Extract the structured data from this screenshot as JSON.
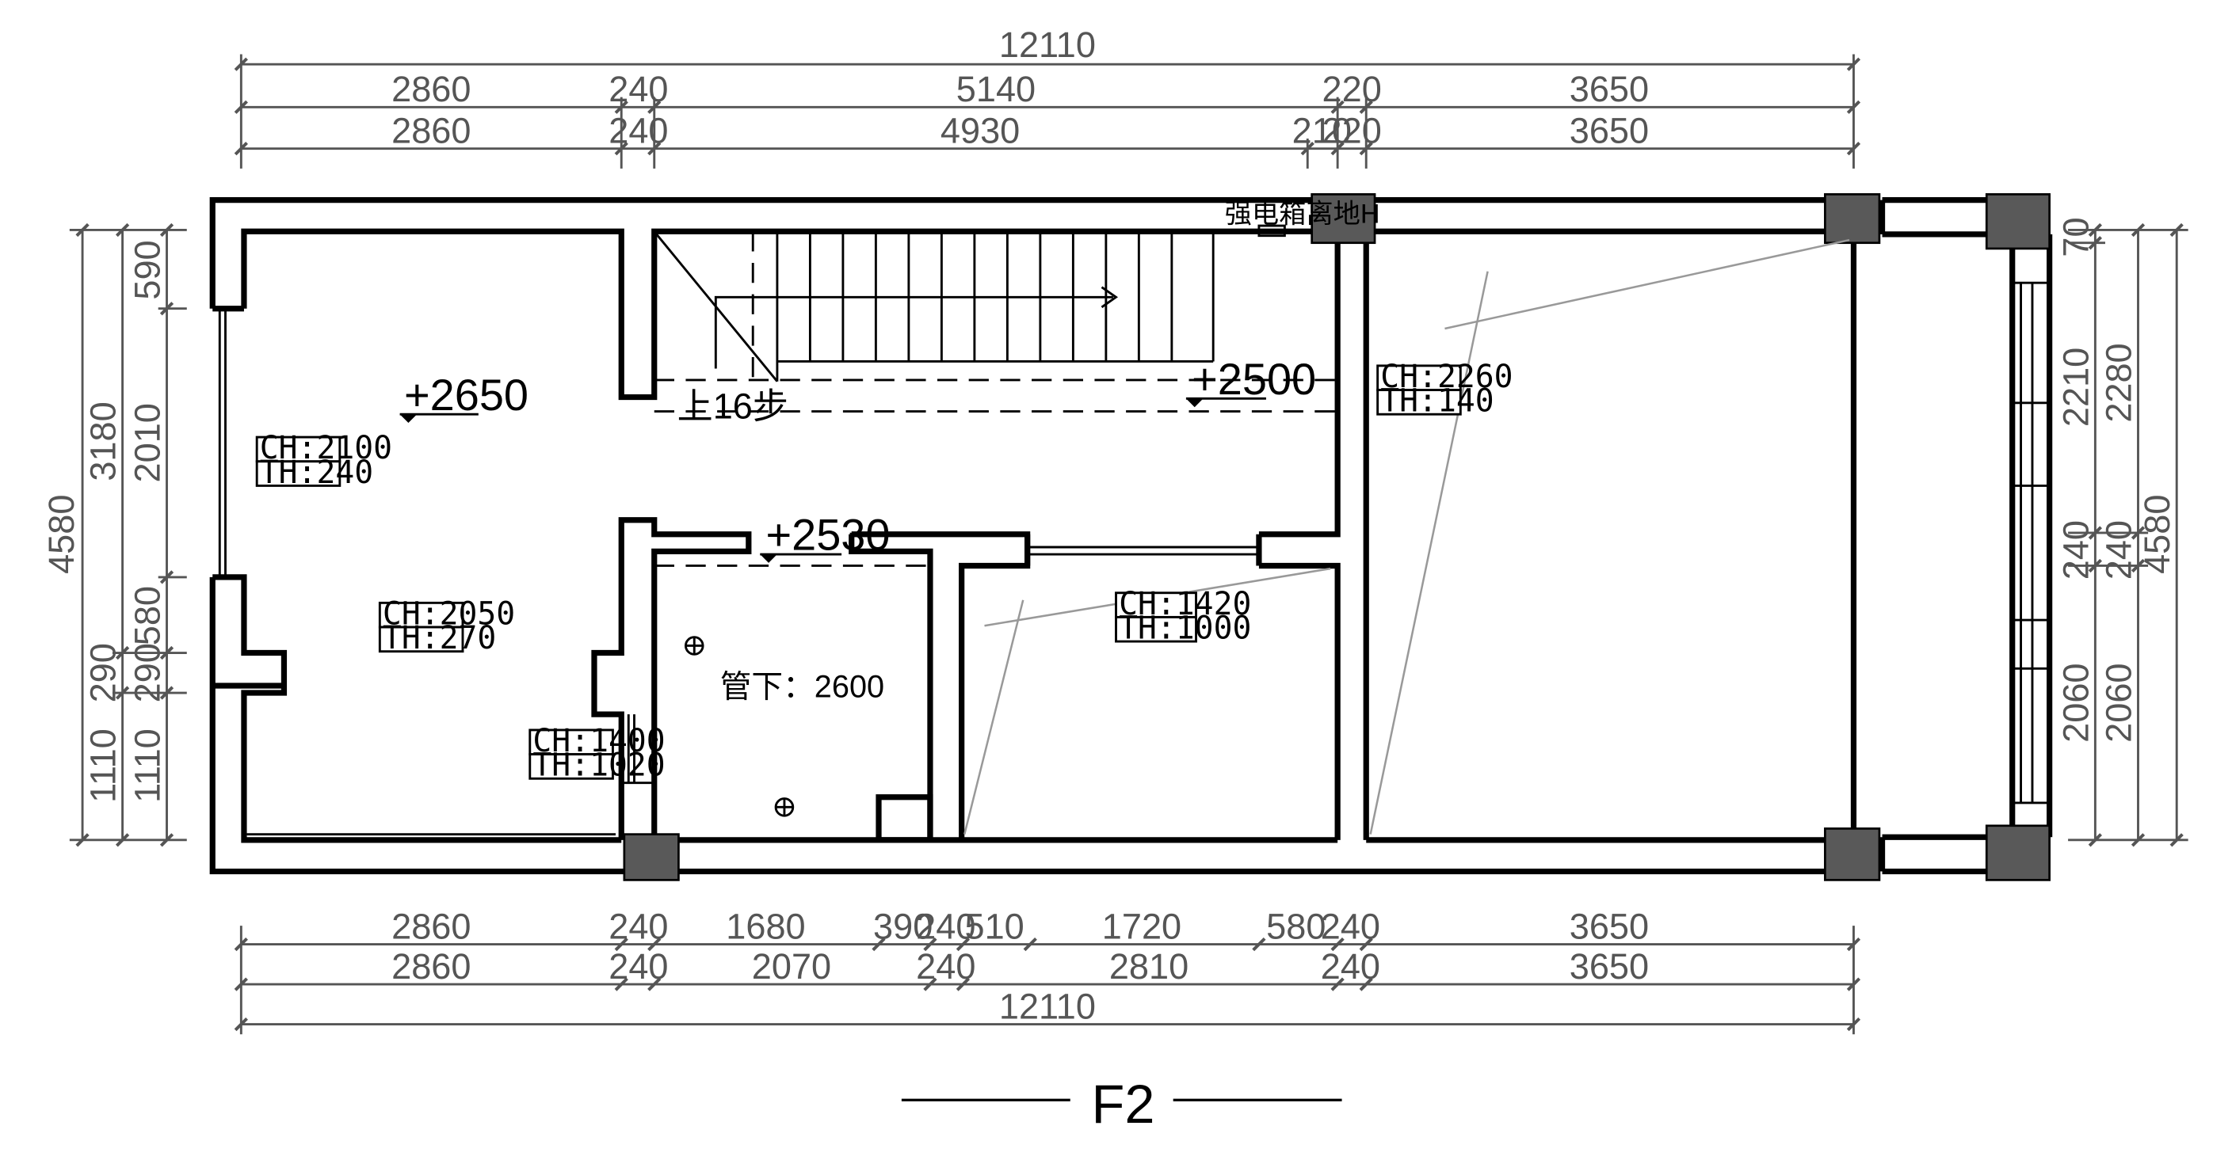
{
  "plan": {
    "title": "F2",
    "dimensions": {
      "top_total": "12110",
      "top_row1": [
        "2860",
        "240",
        "5140",
        "220",
        "3650"
      ],
      "top_row2": [
        "2860",
        "240",
        "4930",
        "210",
        "220",
        "3650"
      ],
      "bottom_row1": [
        "2860",
        "240",
        "1680",
        "390",
        "240",
        "510",
        "1720",
        "580",
        "240",
        "3650"
      ],
      "bottom_row2": [
        "2860",
        "240",
        "2070",
        "240",
        "2810",
        "240",
        "3650"
      ],
      "bottom_total": "12110",
      "left_total": "4580",
      "left_col2": "3180",
      "left_col1_a": "1110",
      "left_col3": [
        "590",
        "2010",
        "580",
        "290",
        "1110"
      ],
      "left_col2b": [
        "290",
        "1110"
      ],
      "right_col1": [
        "70",
        "2210",
        "240",
        "2060"
      ],
      "right_col2": [
        "2280",
        "240",
        "2060"
      ],
      "right_total": "4580"
    },
    "levels": {
      "living": "+2650",
      "stair_landing": "+2500",
      "hall": "+2530"
    },
    "notes": {
      "stairs": "上16步",
      "electric_box": "强电箱离地H",
      "pipe_height": "管下：2600"
    },
    "openings": [
      {
        "ch": "CH:2100",
        "th": "TH:240"
      },
      {
        "ch": "CH:2050",
        "th": "TH:270"
      },
      {
        "ch": "CH:1400",
        "th": "TH:1020"
      },
      {
        "ch": "CH:1420",
        "th": "TH:1000"
      },
      {
        "ch": "CH:2260",
        "th": "TH:140"
      }
    ]
  }
}
